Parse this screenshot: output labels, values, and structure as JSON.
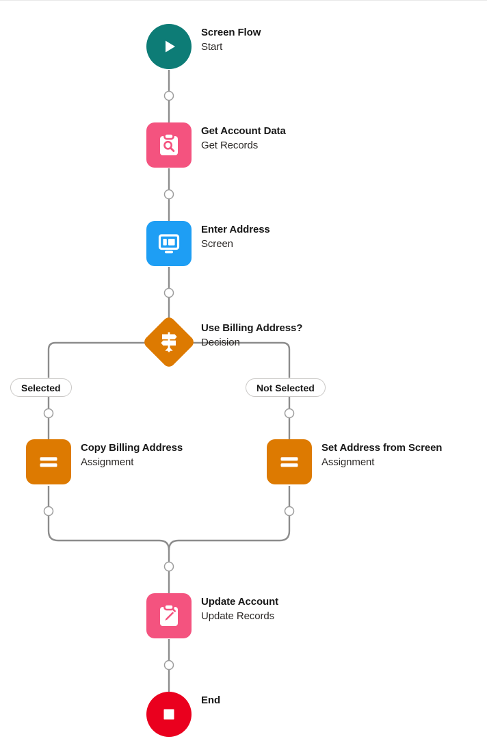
{
  "diagram": {
    "kind": "salesforce-flow-builder-canvas",
    "orientation": "vertical-top-down",
    "colors": {
      "start": "#0d7c76",
      "end": "#ea001e",
      "records": "#f4537f",
      "screen": "#1e9ef4",
      "assignment": "#dd7a01",
      "decision": "#dd7a01",
      "connector": "#8c8c8c",
      "canvas": "#ffffff"
    },
    "nodes": [
      {
        "id": "start",
        "title": "Screen Flow",
        "subtitle": "Start",
        "shape": "circle",
        "icon": "play-icon",
        "color": "#0d7c76"
      },
      {
        "id": "get-records",
        "title": "Get Account Data",
        "subtitle": "Get Records",
        "shape": "rounded-square",
        "icon": "clipboard-search-icon",
        "color": "#f4537f"
      },
      {
        "id": "screen",
        "title": "Enter Address",
        "subtitle": "Screen",
        "shape": "rounded-square",
        "icon": "monitor-screen-icon",
        "color": "#1e9ef4"
      },
      {
        "id": "decision",
        "title": "Use Billing Address?",
        "subtitle": "Decision",
        "shape": "diamond",
        "icon": "signpost-icon",
        "color": "#dd7a01"
      },
      {
        "id": "assignment-left",
        "title": "Copy Billing Address",
        "subtitle": "Assignment",
        "shape": "rounded-square",
        "icon": "equals-icon",
        "color": "#dd7a01"
      },
      {
        "id": "assignment-right",
        "title": "Set Address from Screen",
        "subtitle": "Assignment",
        "shape": "rounded-square",
        "icon": "equals-icon",
        "color": "#dd7a01"
      },
      {
        "id": "update-records",
        "title": "Update Account",
        "subtitle": "Update Records",
        "shape": "rounded-square",
        "icon": "clipboard-pencil-icon",
        "color": "#f4537f"
      },
      {
        "id": "end",
        "title": "End",
        "subtitle": "",
        "shape": "circle",
        "icon": "stop-square-icon",
        "color": "#ea001e"
      }
    ],
    "branch_labels": [
      {
        "id": "branch-selected",
        "label": "Selected",
        "side": "left"
      },
      {
        "id": "branch-not-selected",
        "label": "Not Selected",
        "side": "right"
      }
    ],
    "connectors": [
      {
        "from": "start",
        "to": "get-records",
        "has_add_button": true
      },
      {
        "from": "get-records",
        "to": "screen",
        "has_add_button": true
      },
      {
        "from": "screen",
        "to": "decision",
        "has_add_button": true
      },
      {
        "from": "decision",
        "to": "assignment-left",
        "label": "Selected",
        "has_add_button": true
      },
      {
        "from": "decision",
        "to": "assignment-right",
        "label": "Not Selected",
        "has_add_button": true
      },
      {
        "from": "assignment-left",
        "to": "merge",
        "has_add_button": true
      },
      {
        "from": "assignment-right",
        "to": "merge",
        "has_add_button": true
      },
      {
        "from": "merge",
        "to": "update-records",
        "has_add_button": true
      },
      {
        "from": "update-records",
        "to": "end",
        "has_add_button": true
      }
    ]
  }
}
